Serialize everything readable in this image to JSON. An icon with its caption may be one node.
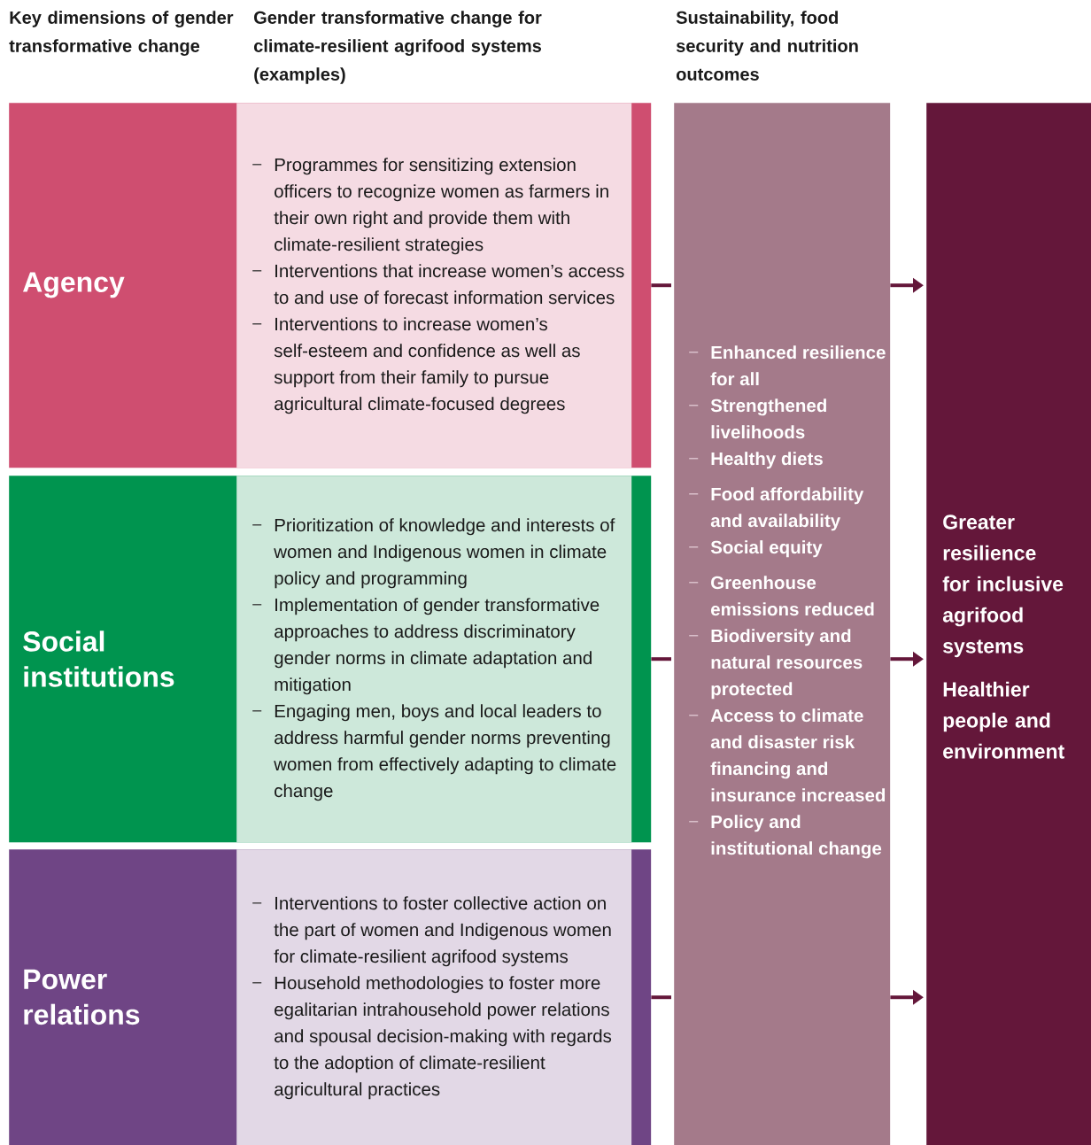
{
  "diagram": {
    "nodes": [
      {
        "text": [
          "Agency"
        ]
      },
      {
        "text": [
          "Programmes for sensitizing extension officers to recognize women as farmers in their own right and provide them with climate-resilient strategies",
          "Interventions that increase women’s access to and use of forecast information services",
          "Interventions to increase women’s self-esteem and confidence as well as support from their family to pursue agricultural climate-focused degrees"
        ],
        "in": 0
      },
      {
        "text": [
          "Social institutions"
        ]
      },
      {
        "text": [
          "Prioritization of knowledge and interests of women and Indigenous women in climate policy and programming",
          "Implementation of gender transformative approaches to address discriminatory gender norms in climate adaptation and mitigation",
          "Engaging men, boys and local leaders to address harmful gender norms preventing women from effectively adapting to climate change"
        ],
        "in": 2
      },
      {
        "text": [
          "Power relations"
        ]
      },
      {
        "text": [
          "Interventions to foster collective action on the part of women and Indigenous women for climate-resilient agrifood systems",
          "Household methodologies to foster more egalitarian intrahousehold power relations and spousal decision-making with regards to the adoption of climate-resilient agricultural practices"
        ],
        "in": 4
      },
      {
        "text": [
          "Enhanced resilience for all",
          "Strengthened livelihoods",
          "Healthy diets",
          "Food affordability and availability",
          "Social equity",
          "Greenhouse emissions reduced",
          "Biodiversity and natural resources protected",
          "Access to climate and disaster risk financing and insurance increased",
          "Policy and institutional change"
        ]
      },
      {
        "text": [
          "Greater resilience for inclusive agrifood systems",
          "Healthier people and environment"
        ]
      }
    ],
    "edges": [
      {
        "from": 0,
        "to": 6,
        "arrow": "none"
      },
      {
        "from": 2,
        "to": 6,
        "arrow": "none"
      },
      {
        "from": 4,
        "to": 6,
        "arrow": "none"
      },
      {
        "from": 6,
        "to": 7,
        "arrow": "to"
      },
      {
        "from": 6,
        "to": 7,
        "arrow": "to"
      },
      {
        "from": 6,
        "to": 7,
        "arrow": "to"
      }
    ],
    "labels": [
      "Key dimensions of gender transformative change",
      "Gender transformative change for climate-resilient agrifood systems (examples)",
      "Sustainability, food security and nutrition outcomes"
    ]
  }
}
